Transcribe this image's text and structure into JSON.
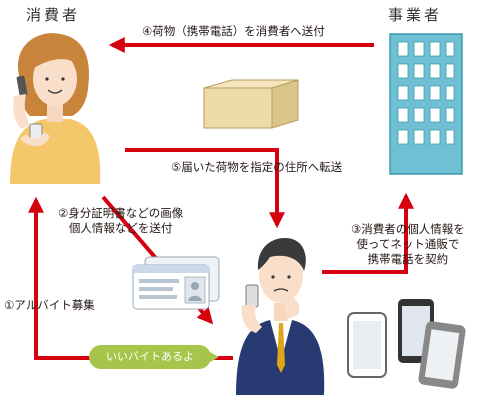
{
  "headers": {
    "consumer": "消費者",
    "business": "事業者"
  },
  "steps": {
    "step1": "①アルバイト募集",
    "step2_line1": "②身分証明書などの画像",
    "step2_line2": "個人情報などを送付",
    "step3_line1": "③消費者の個人情報を",
    "step3_line2": "使ってネット通販で",
    "step3_line3": "携帯電話を契約",
    "step4": "④荷物（携帯電話）を消費者へ送付",
    "step5": "⑤届いた荷物を指定の住所へ転送"
  },
  "bubble": {
    "text": "いいバイトあるよ"
  },
  "colors": {
    "arrow": "#d7000f",
    "bubble": "#a5c64a",
    "building": "#6fc0d3",
    "box": "#eedba7",
    "suit": "#283a72"
  }
}
